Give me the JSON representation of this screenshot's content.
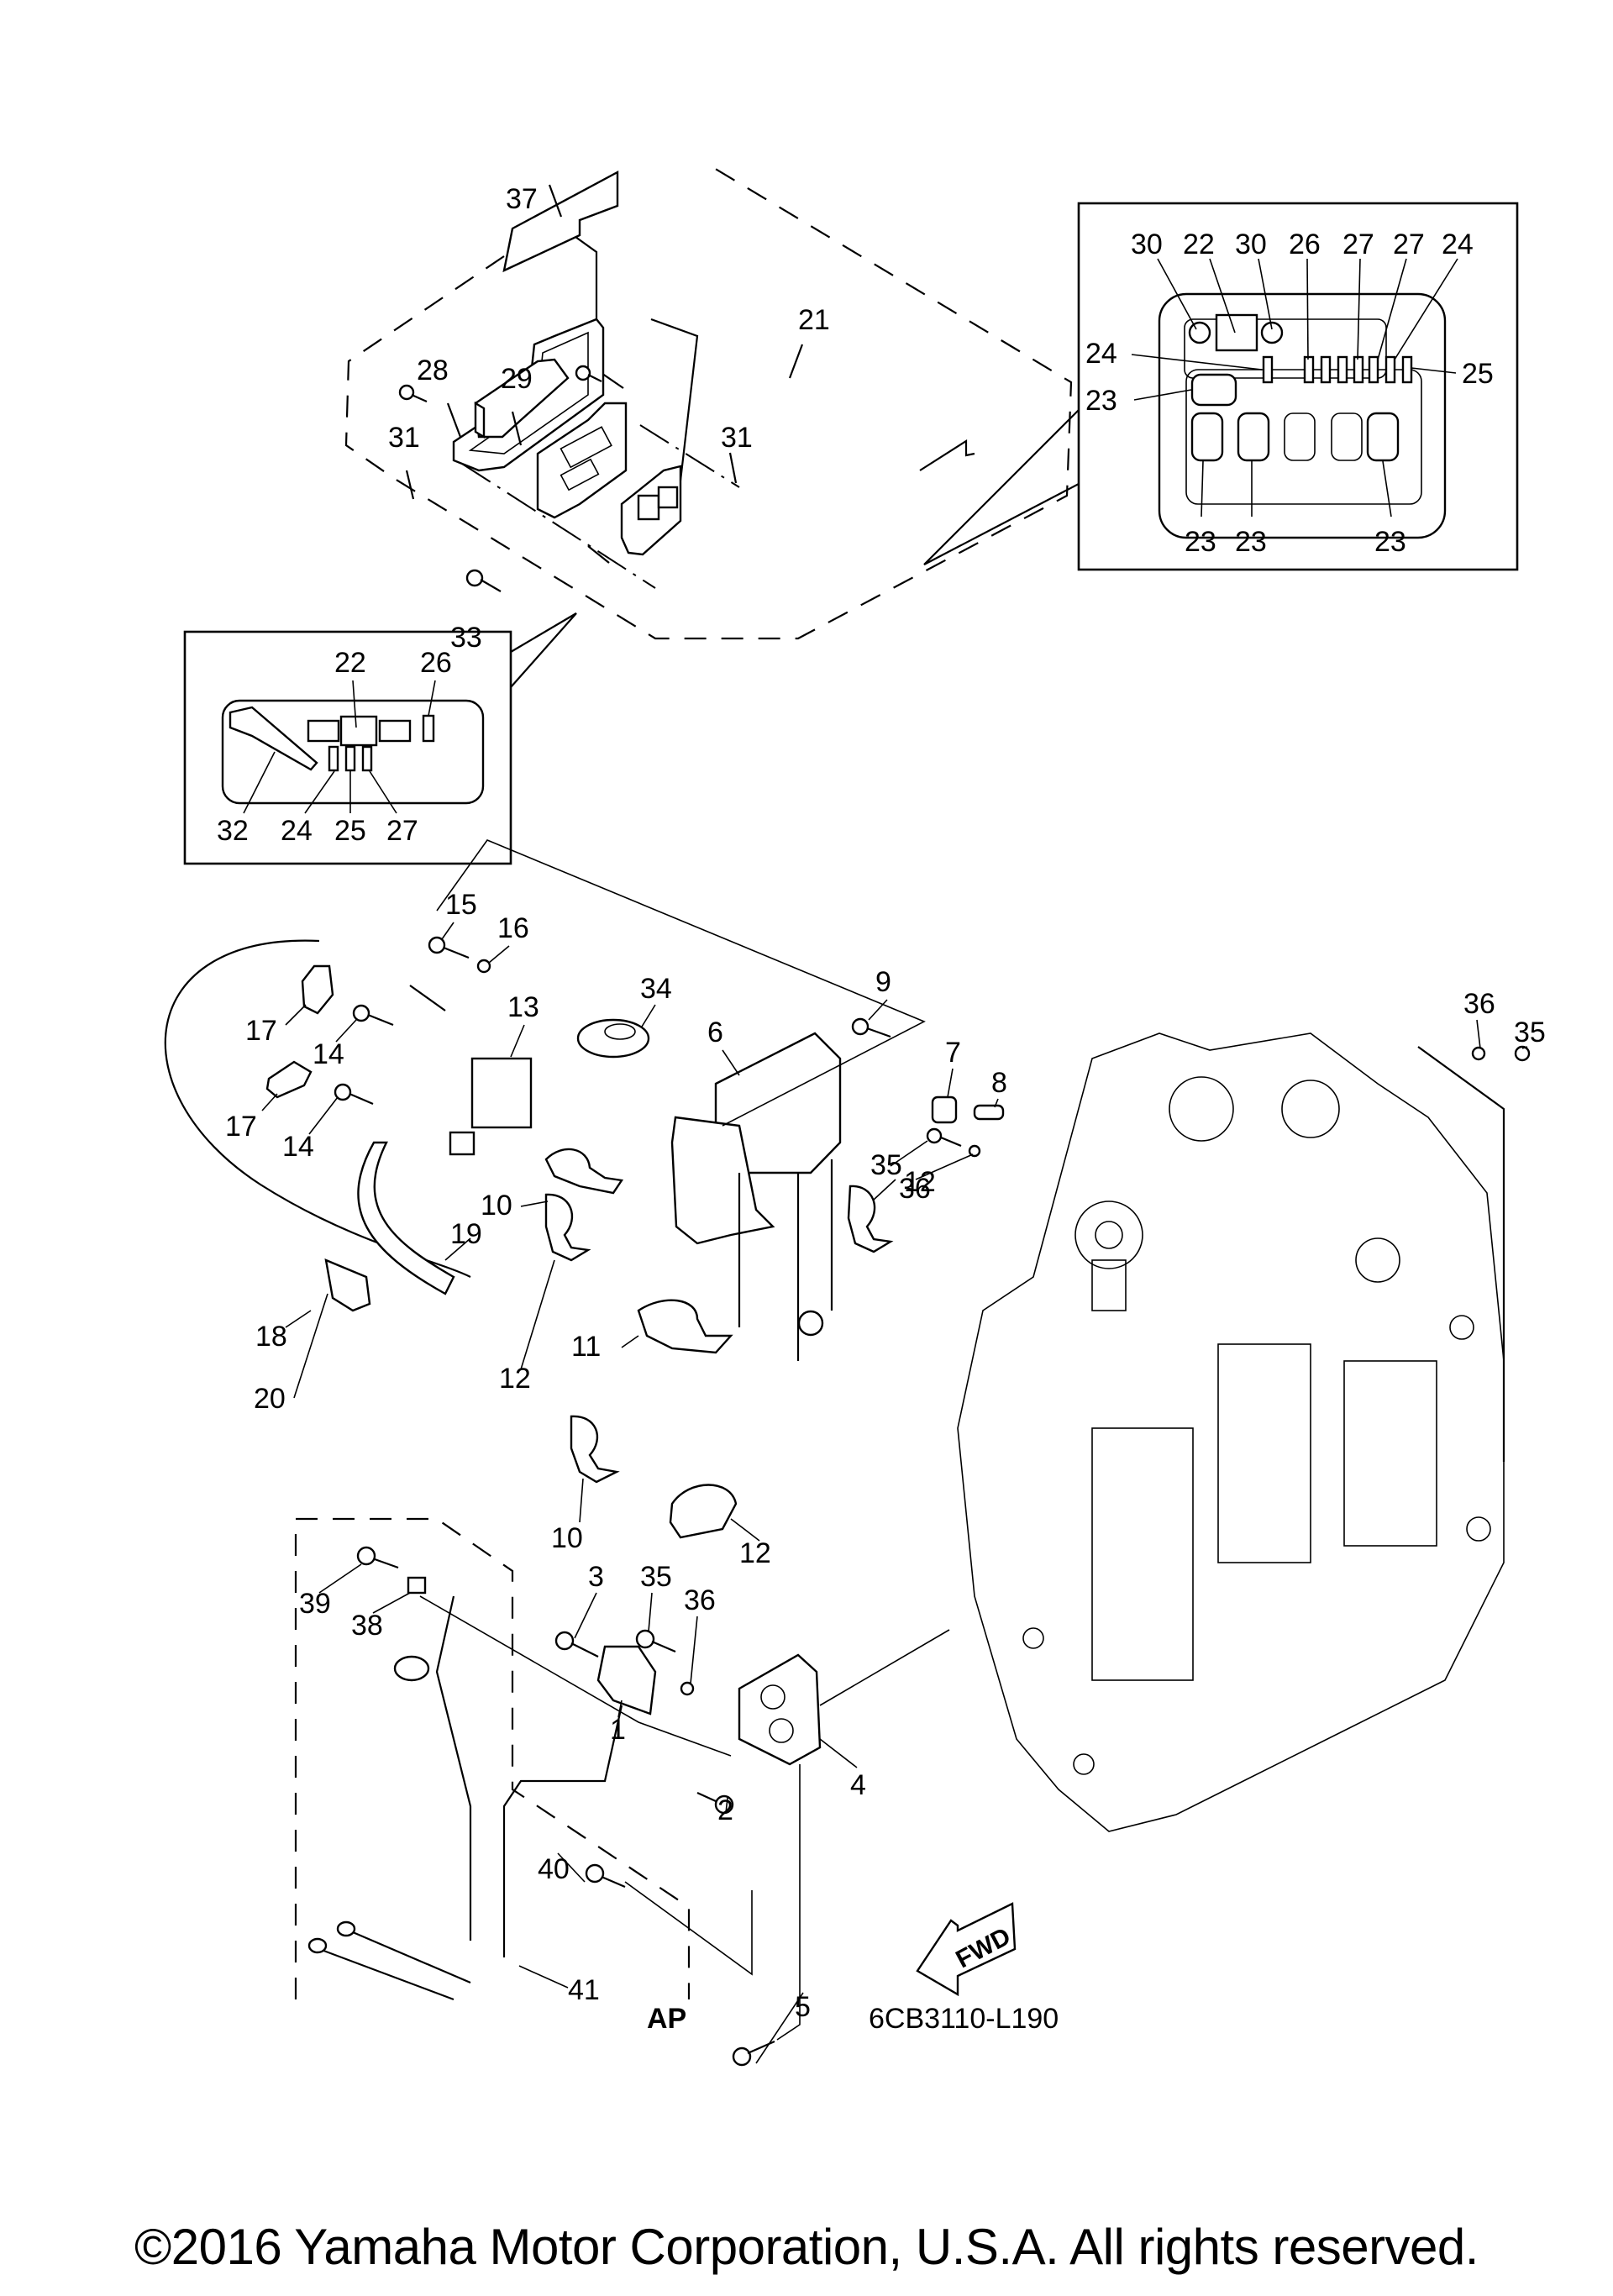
{
  "diagram": {
    "code": "6CB3110-L190",
    "apnote": "AP",
    "fwd": "FWD",
    "copyright": "©2016 Yamaha Motor Corporation, U.S.A. All rights reserved."
  },
  "callouts": {
    "main": [
      {
        "id": "c37",
        "text": "37"
      },
      {
        "id": "c21",
        "text": "21"
      },
      {
        "id": "c28",
        "text": "28"
      },
      {
        "id": "c29",
        "text": "29"
      },
      {
        "id": "c31a",
        "text": "31"
      },
      {
        "id": "c31b",
        "text": "31"
      },
      {
        "id": "c33",
        "text": "33"
      },
      {
        "id": "c15",
        "text": "15"
      },
      {
        "id": "c16",
        "text": "16"
      },
      {
        "id": "c17a",
        "text": "17"
      },
      {
        "id": "c17b",
        "text": "17"
      },
      {
        "id": "c14a",
        "text": "14"
      },
      {
        "id": "c14b",
        "text": "14"
      },
      {
        "id": "c13",
        "text": "13"
      },
      {
        "id": "c34",
        "text": "34"
      },
      {
        "id": "c6",
        "text": "6"
      },
      {
        "id": "c9",
        "text": "9"
      },
      {
        "id": "c7",
        "text": "7"
      },
      {
        "id": "c8",
        "text": "8"
      },
      {
        "id": "c35a",
        "text": "35"
      },
      {
        "id": "c36a",
        "text": "36"
      },
      {
        "id": "c36b",
        "text": "36"
      },
      {
        "id": "c35b",
        "text": "35"
      },
      {
        "id": "c10a",
        "text": "10"
      },
      {
        "id": "c12a",
        "text": "12"
      },
      {
        "id": "c12b",
        "text": "12"
      },
      {
        "id": "c19",
        "text": "19"
      },
      {
        "id": "c18",
        "text": "18"
      },
      {
        "id": "c11",
        "text": "11"
      },
      {
        "id": "c20",
        "text": "20"
      },
      {
        "id": "c10b",
        "text": "10"
      },
      {
        "id": "c12c",
        "text": "12"
      },
      {
        "id": "c39",
        "text": "39"
      },
      {
        "id": "c38",
        "text": "38"
      },
      {
        "id": "c3",
        "text": "3"
      },
      {
        "id": "c35c",
        "text": "35"
      },
      {
        "id": "c36c",
        "text": "36"
      },
      {
        "id": "c1",
        "text": "1"
      },
      {
        "id": "c2",
        "text": "2"
      },
      {
        "id": "c4",
        "text": "4"
      },
      {
        "id": "c40",
        "text": "40"
      },
      {
        "id": "c41",
        "text": "41"
      },
      {
        "id": "c5",
        "text": "5"
      }
    ],
    "inset_right": [
      {
        "id": "r30a",
        "text": "30"
      },
      {
        "id": "r22",
        "text": "22"
      },
      {
        "id": "r30b",
        "text": "30"
      },
      {
        "id": "r26",
        "text": "26"
      },
      {
        "id": "r27a",
        "text": "27"
      },
      {
        "id": "r27b",
        "text": "27"
      },
      {
        "id": "r24a",
        "text": "24"
      },
      {
        "id": "r24b",
        "text": "24"
      },
      {
        "id": "r25",
        "text": "25"
      },
      {
        "id": "r23a",
        "text": "23"
      },
      {
        "id": "r23b",
        "text": "23"
      },
      {
        "id": "r23c",
        "text": "23"
      },
      {
        "id": "r23d",
        "text": "23"
      }
    ],
    "inset_left": [
      {
        "id": "l22",
        "text": "22"
      },
      {
        "id": "l26",
        "text": "26"
      },
      {
        "id": "l32",
        "text": "32"
      },
      {
        "id": "l24",
        "text": "24"
      },
      {
        "id": "l25",
        "text": "25"
      },
      {
        "id": "l27",
        "text": "27"
      }
    ]
  }
}
